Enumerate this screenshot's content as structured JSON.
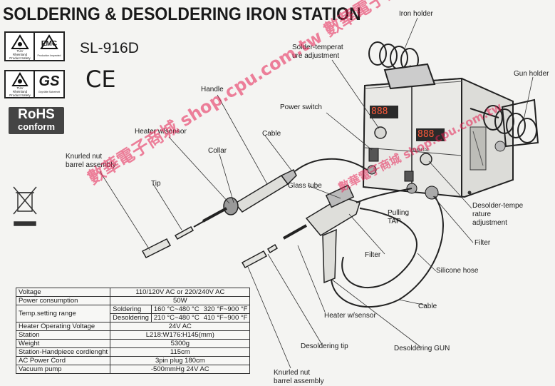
{
  "header": {
    "title": "SOLDERING & DESOLDERING IRON STATION",
    "model": "SL-916D"
  },
  "logos": {
    "tuv_product_safety": [
      "TÜV",
      "Rheinland",
      "Product Safety"
    ],
    "emc": "EMC",
    "emc_caption": "Production Inspected",
    "tuv_gs": [
      "TÜV",
      "Rheinland",
      "Product Safety"
    ],
    "gs": "GS",
    "gs_caption": "Geprüfte Sicherheit",
    "ce": "CE",
    "rohs_line1": "RoHS",
    "rohs_line2": "conform",
    "weee": "weee-bin-icon"
  },
  "labels": {
    "iron_holder": "Iron holder",
    "solder_temp_adj": [
      "Solder-temperat",
      "ure adjustment"
    ],
    "gun_holder": "Gun holder",
    "handle": "Handle",
    "power_switch": "Power switch",
    "heater_sensor_top": "Heater w/sensor",
    "cable_top": "Cable",
    "collar": "Collar",
    "knurled_nut_top": [
      "Knurled nut",
      "barrel assembly"
    ],
    "tip": "Tip",
    "glass_tube": "Glass tube",
    "desolder_temp_adj": [
      "Desolder-tempe",
      "rature",
      "adjustment"
    ],
    "pulling_tap": [
      "Pulling",
      "TAP"
    ],
    "filter_right": "Filter",
    "filter_gun": "Filter",
    "silicone_hose": "Silicone hose",
    "heater_sensor_bottom": "Heater w/sensor",
    "cable_bottom": "Cable",
    "desoldering_tip": "Desoldering tip",
    "desoldering_gun": "Desoldering GUN",
    "knurled_nut_bottom": [
      "Knurled nut",
      "barrel assembly"
    ]
  },
  "watermark": {
    "main": "數華電子商城 shop.cpu.com.tw 數華電子商城 shop.cpu.com.tw",
    "station": "數華電子商城 shop.cpu.com.tw"
  },
  "device": {
    "left_display": "888",
    "right_display": "888",
    "panel_brand": "DIGITAL"
  },
  "specs": [
    {
      "label": "Voltage",
      "value": "110/120V AC or 220/240V AC"
    },
    {
      "label": "Power consumption",
      "value": "50W"
    },
    {
      "label": "Temp.setting range",
      "sub": [
        {
          "label": "Soldering",
          "c": "160 °C~480 °C",
          "f": "320 °F~900 °F"
        },
        {
          "label": "Desoldering",
          "c": "210 °C~480 °C",
          "f": "410 °F~900 °F"
        }
      ]
    },
    {
      "label": "Heater Operating Voltage",
      "value": "24V  AC"
    },
    {
      "label": "Station",
      "value": "L218:W176:H145(mm)"
    },
    {
      "label": "Weight",
      "value": "5300g"
    },
    {
      "label": "Station-Handpiece cordlenght",
      "value": "115cm"
    },
    {
      "label": "AC Power Cord",
      "value": "3pin plug 180cm"
    },
    {
      "label": "Vacuum pump",
      "value": "-500mmHg  24V  AC"
    }
  ]
}
